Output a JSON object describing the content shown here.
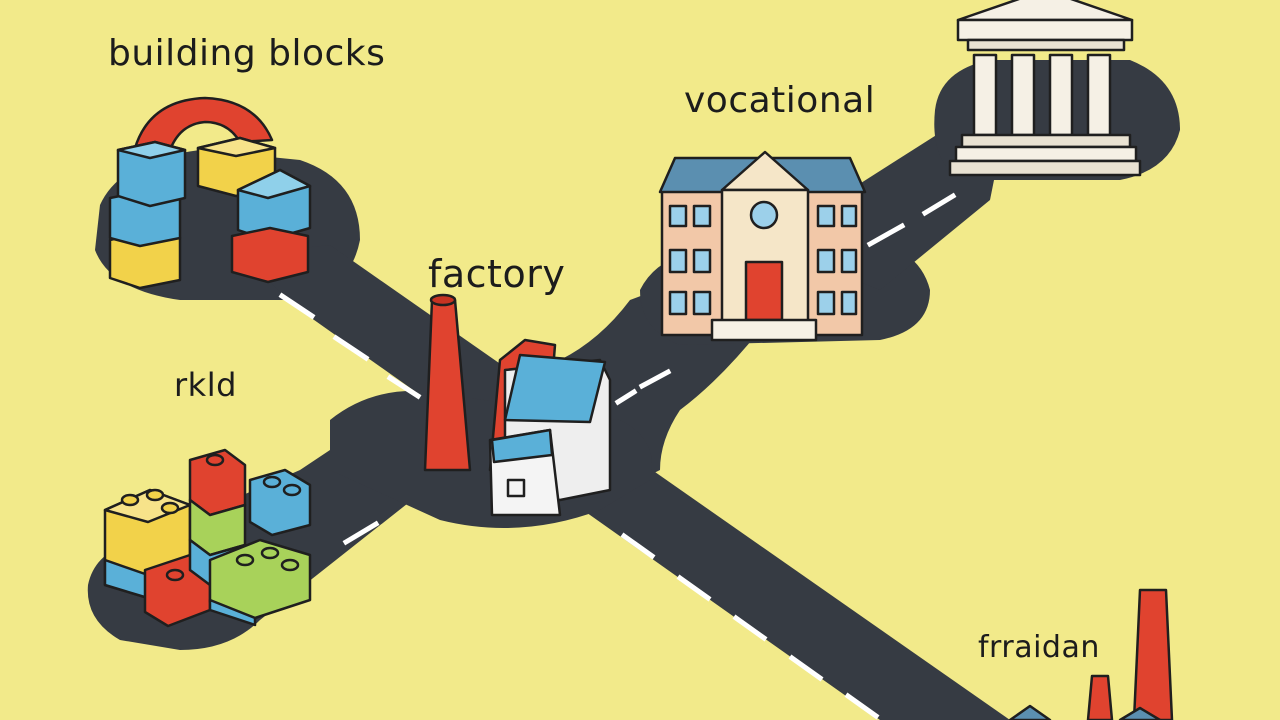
{
  "labels": {
    "building_blocks": "building blocks",
    "vocational": "vocational",
    "factory": "factory",
    "rkld": "rkld",
    "frraidan": "frraidan"
  },
  "colors": {
    "background": "#f2ea8a",
    "road": "#363b43",
    "road_dash": "#ffffff",
    "red": "#e0432f",
    "blue": "#5ab0d8",
    "yellow": "#f2d24a",
    "green": "#a8d25a"
  },
  "icons": [
    "building-blocks-icon",
    "toy-bricks-icon",
    "factory-icon",
    "school-building-icon",
    "classical-temple-icon",
    "smokestack-icon"
  ]
}
